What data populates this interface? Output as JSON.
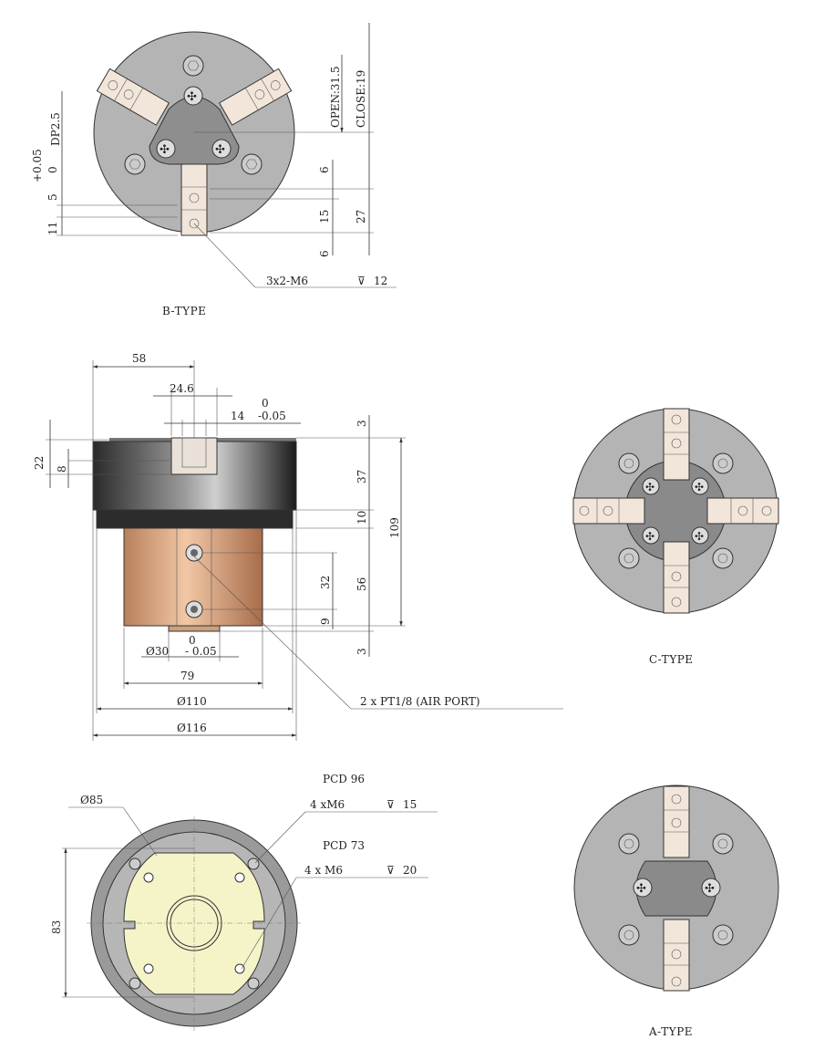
{
  "captions": {
    "b_type": "B-TYPE",
    "c_type": "C-TYPE",
    "a_type": "A-TYPE"
  },
  "b_type_dims": {
    "open": "OPEN:31.5",
    "close": "CLOSE:19",
    "dp": "DP2.5",
    "tol_upper": "+0.05",
    "tol_zero": "0",
    "five": "5",
    "eleven": "11",
    "six_top": "6",
    "fifteen": "15",
    "twentyseven": "27",
    "six_bottom": "6",
    "thread": "3x2-M6",
    "depth": "12"
  },
  "side_dims": {
    "d58": "58",
    "d24_6": "24.6",
    "tol_zero_top": "0",
    "d14": "14",
    "tol_neg": "-0.05",
    "d22": "22",
    "d8": "8",
    "d3_top": "3",
    "d37": "37",
    "d10": "10",
    "d109": "109",
    "d56": "56",
    "d32": "32",
    "d9": "9",
    "d3_bottom": "3",
    "bore_zero": "0",
    "bore": "Ø30",
    "bore_tol": "- 0.05",
    "d79": "79",
    "d110": "Ø110",
    "d116": "Ø116",
    "air_port": "2 x PT1/8 (AIR PORT)"
  },
  "bottom_dims": {
    "d85": "Ø85",
    "pcd96": "PCD 96",
    "m6_a": "4 xM6",
    "depth15": "15",
    "pcd73": "PCD 73",
    "m6_b": "4 x M6",
    "depth20": "20",
    "d83": "83"
  },
  "colors": {
    "body_gray": "#b4b4b4",
    "jaw": "#f2e6da",
    "copper": "#d9a07a",
    "dark_body": "#3a3a3a",
    "plate": "#f5f3c8"
  }
}
